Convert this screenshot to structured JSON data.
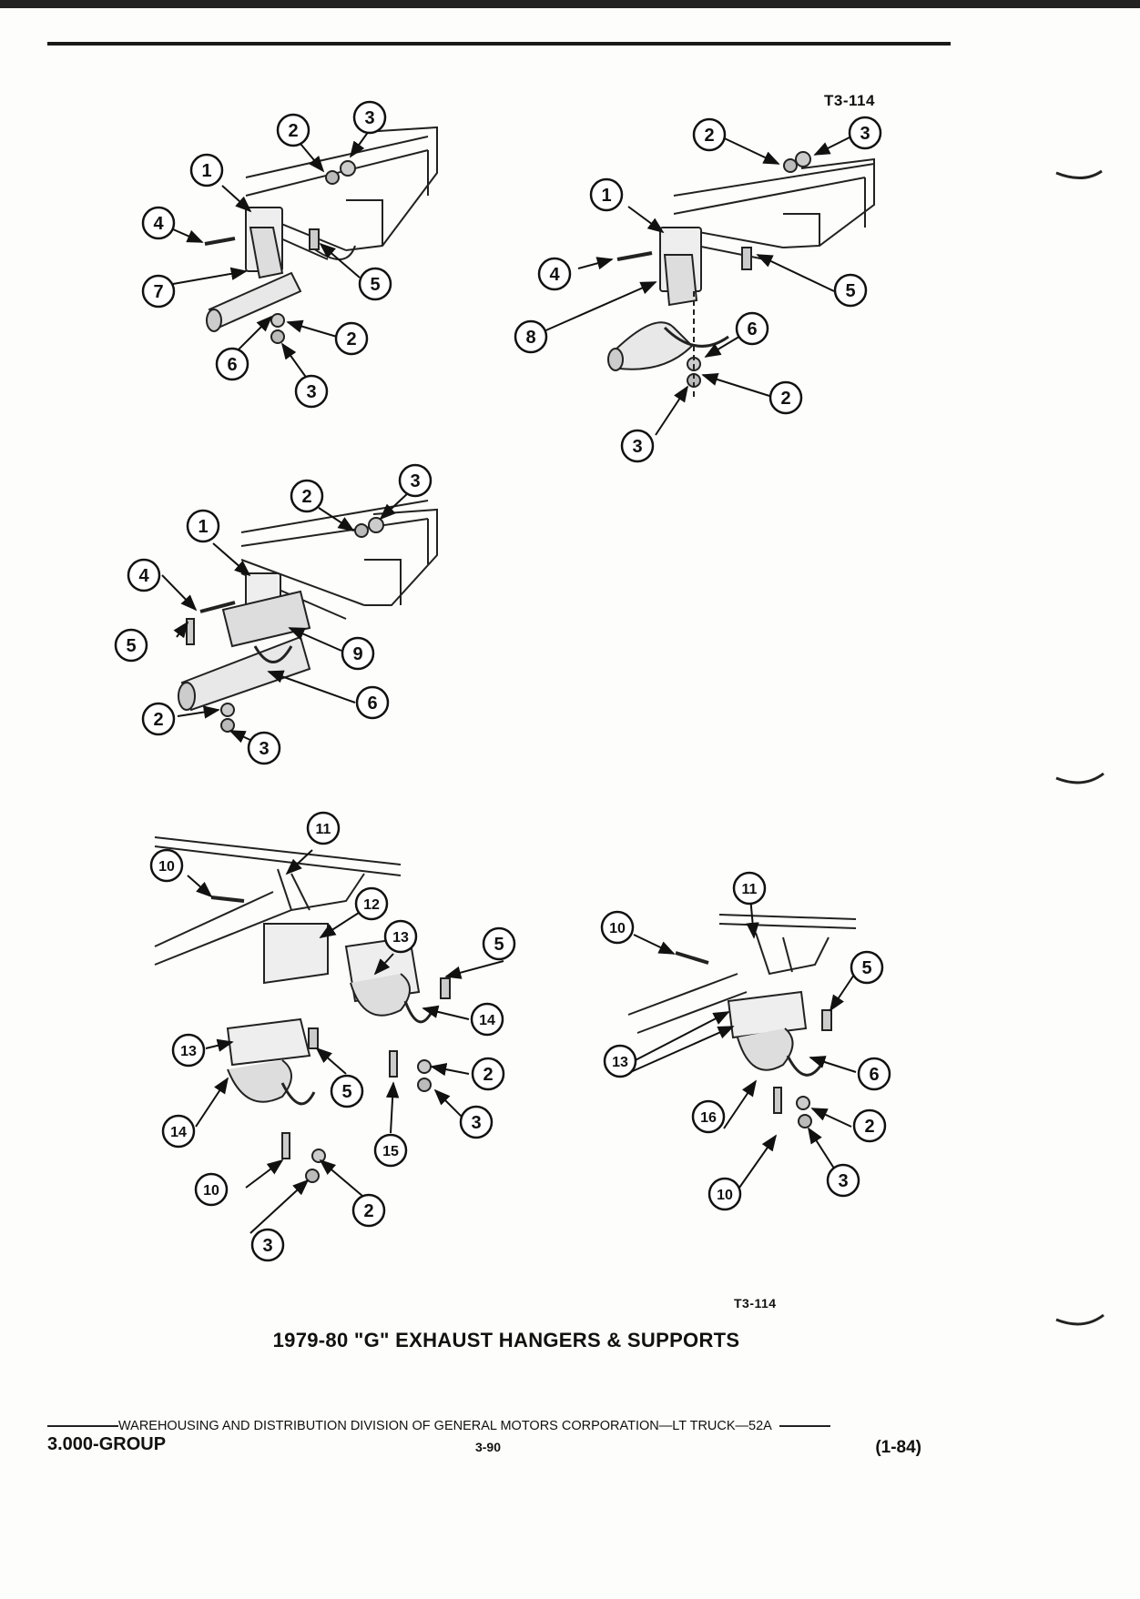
{
  "header": {
    "ref_top": "T3-114"
  },
  "figure": {
    "ref_bottom": "T3-114",
    "title": "1979-80 \"G\" EXHAUST HANGERS & SUPPORTS",
    "callouts": [
      {
        "id": "c1",
        "n": "1"
      },
      {
        "id": "c2",
        "n": "2"
      },
      {
        "id": "c3",
        "n": "3"
      },
      {
        "id": "c4",
        "n": "4"
      },
      {
        "id": "c5",
        "n": "5"
      },
      {
        "id": "c6",
        "n": "6"
      },
      {
        "id": "c7",
        "n": "7"
      },
      {
        "id": "c8",
        "n": "8"
      },
      {
        "id": "c9",
        "n": "9"
      },
      {
        "id": "c10",
        "n": "10"
      },
      {
        "id": "c11",
        "n": "11"
      },
      {
        "id": "c12",
        "n": "12"
      },
      {
        "id": "c13",
        "n": "13"
      },
      {
        "id": "c14",
        "n": "14"
      },
      {
        "id": "c15",
        "n": "15"
      },
      {
        "id": "c16",
        "n": "16"
      }
    ]
  },
  "footer": {
    "division": "WAREHOUSING AND DISTRIBUTION DIVISION OF GENERAL MOTORS CORPORATION—LT TRUCK—52A",
    "group": "3.000-GROUP",
    "page": "3-90",
    "date": "(1-84)"
  }
}
